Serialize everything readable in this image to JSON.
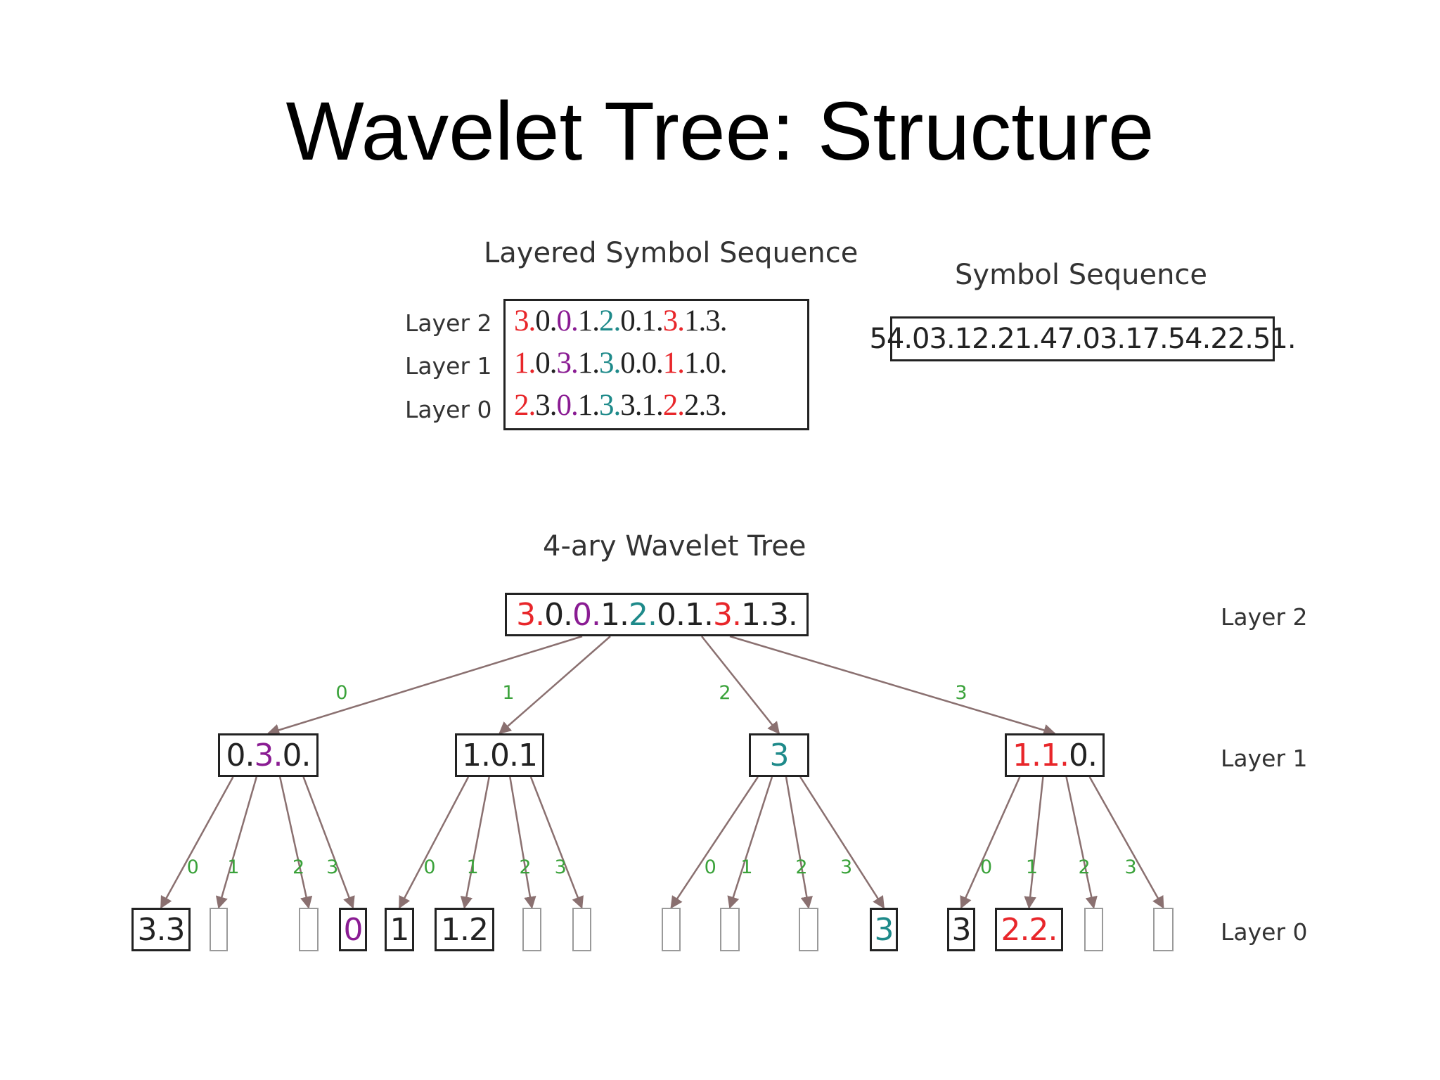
{
  "title": "Wavelet Tree: Structure",
  "colors": {
    "red": "#e8262a",
    "purple": "#8a1c93",
    "teal": "#1e8a8a",
    "black": "#222222",
    "edge": "#8a7070",
    "edge_label": "#3aa23a"
  },
  "layered_sequence": {
    "heading": "Layered Symbol Sequence",
    "rows": [
      {
        "label": "Layer 2",
        "symbols": [
          {
            "t": "3.",
            "c": "red"
          },
          {
            "t": "0.",
            "c": "black"
          },
          {
            "t": "0.",
            "c": "purple"
          },
          {
            "t": "1.",
            "c": "black"
          },
          {
            "t": "2.",
            "c": "teal"
          },
          {
            "t": "0.",
            "c": "black"
          },
          {
            "t": "1.",
            "c": "black"
          },
          {
            "t": "3.",
            "c": "red"
          },
          {
            "t": "1.",
            "c": "black"
          },
          {
            "t": "3.",
            "c": "black"
          }
        ]
      },
      {
        "label": "Layer 1",
        "symbols": [
          {
            "t": "1.",
            "c": "red"
          },
          {
            "t": "0.",
            "c": "black"
          },
          {
            "t": "3.",
            "c": "purple"
          },
          {
            "t": "1.",
            "c": "black"
          },
          {
            "t": "3.",
            "c": "teal"
          },
          {
            "t": "0.",
            "c": "black"
          },
          {
            "t": "0.",
            "c": "black"
          },
          {
            "t": "1.",
            "c": "red"
          },
          {
            "t": "1.",
            "c": "black"
          },
          {
            "t": "0.",
            "c": "black"
          }
        ]
      },
      {
        "label": "Layer 0",
        "symbols": [
          {
            "t": "2.",
            "c": "red"
          },
          {
            "t": "3.",
            "c": "black"
          },
          {
            "t": "0.",
            "c": "purple"
          },
          {
            "t": "1.",
            "c": "black"
          },
          {
            "t": "3.",
            "c": "teal"
          },
          {
            "t": "3.",
            "c": "black"
          },
          {
            "t": "1.",
            "c": "black"
          },
          {
            "t": "2.",
            "c": "red"
          },
          {
            "t": "2.",
            "c": "black"
          },
          {
            "t": "3.",
            "c": "black"
          }
        ]
      }
    ]
  },
  "symbol_sequence": {
    "heading": "Symbol Sequence",
    "value": "54.03.12.21.47.03.17.54.22.51."
  },
  "tree": {
    "heading": "4-ary Wavelet Tree",
    "layer_labels": [
      "Layer 2",
      "Layer 1",
      "Layer 0"
    ],
    "branch_labels": [
      "0",
      "1",
      "2",
      "3"
    ],
    "root": [
      {
        "t": "3.",
        "c": "red"
      },
      {
        "t": "0.",
        "c": "black"
      },
      {
        "t": "0.",
        "c": "purple"
      },
      {
        "t": "1.",
        "c": "black"
      },
      {
        "t": "2.",
        "c": "teal"
      },
      {
        "t": "0.",
        "c": "black"
      },
      {
        "t": "1.",
        "c": "black"
      },
      {
        "t": "3.",
        "c": "red"
      },
      {
        "t": "1.",
        "c": "black"
      },
      {
        "t": "3.",
        "c": "black"
      }
    ],
    "layer1": [
      [
        {
          "t": "0.",
          "c": "black"
        },
        {
          "t": "3.",
          "c": "purple"
        },
        {
          "t": "0.",
          "c": "black"
        }
      ],
      [
        {
          "t": "1.0.1",
          "c": "black"
        }
      ],
      [
        {
          "t": "3",
          "c": "teal"
        }
      ],
      [
        {
          "t": "1.",
          "c": "red"
        },
        {
          "t": "1.",
          "c": "red"
        },
        {
          "t": "0.",
          "c": "black"
        }
      ]
    ],
    "layer0": [
      [
        [
          {
            "t": "3.3",
            "c": "black"
          }
        ],
        [],
        [],
        [
          {
            "t": "0",
            "c": "purple"
          }
        ]
      ],
      [
        [
          {
            "t": "1",
            "c": "black"
          }
        ],
        [
          {
            "t": "1.2",
            "c": "black"
          }
        ],
        [],
        []
      ],
      [
        [],
        [],
        [],
        [
          {
            "t": "3",
            "c": "teal"
          }
        ]
      ],
      [
        [
          {
            "t": "3",
            "c": "black"
          }
        ],
        [
          {
            "t": "2.",
            "c": "red"
          },
          {
            "t": "2.",
            "c": "red"
          }
        ],
        [],
        []
      ]
    ]
  }
}
